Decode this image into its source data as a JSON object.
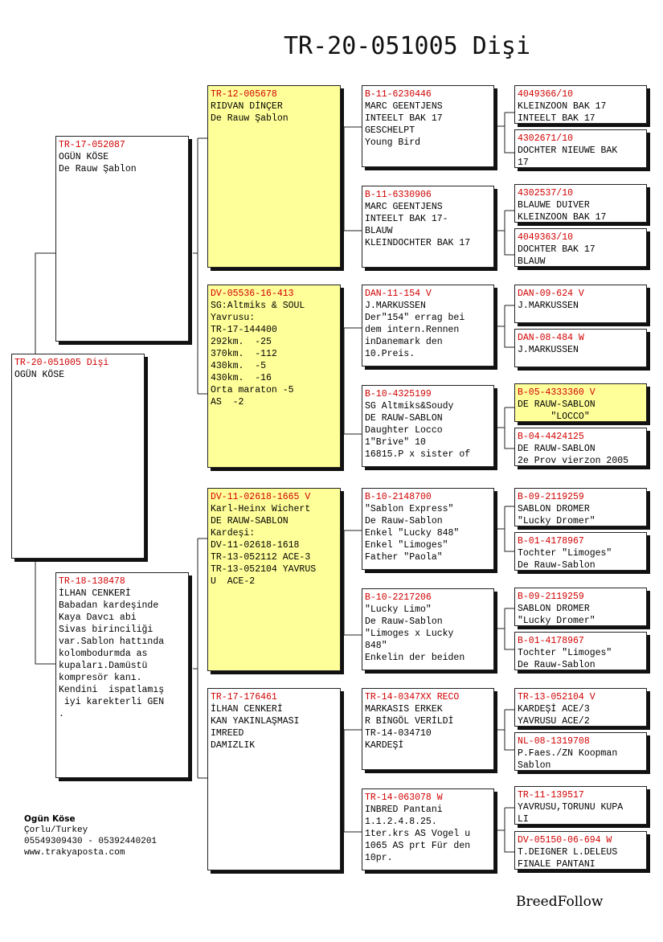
{
  "title": "TR-20-051005 Dişi",
  "boxes": [
    {
      "key": "g0",
      "id": "TR-20-051005 Dişi",
      "lines": [
        "OGÜN KÖSE"
      ],
      "highlight": false
    },
    {
      "key": "g1a",
      "id": "TR-17-052087",
      "lines": [
        "OGÜN KÖSE",
        "De Rauw Şablon"
      ],
      "highlight": false
    },
    {
      "key": "g1b",
      "id": "TR-18-138478",
      "lines": [
        "İLHAN CENKERİ",
        "Babadan kardeşinde",
        "",
        "Kaya Davcı abi",
        "Sivas birinciliği",
        "var.Sablon hattında",
        "kolombodurmda as",
        "kupaları.Damüstü",
        "kompresör kanı.",
        "Kendini  ispatlamış",
        " iyi karekterli GEN",
        "."
      ],
      "highlight": false
    },
    {
      "key": "g2a",
      "id": "TR-12-005678",
      "lines": [
        "RIDVAN DİNÇER",
        "De Rauw Şablon"
      ],
      "highlight": true
    },
    {
      "key": "g2b",
      "id": "DV-05536-16-413",
      "lines": [
        "SG:Altmiks & SOUL",
        "Yavrusu:",
        "TR-17-144400",
        "292km.  -25",
        "370km.  -112",
        "430km.  -5",
        "430km.  -16",
        "Orta maraton -5",
        "AS  -2"
      ],
      "highlight": true
    },
    {
      "key": "g2c",
      "id": "DV-11-02618-1665 V",
      "lines": [
        "Karl-Heinx Wichert",
        "DE RAUW-SABLON",
        "Kardeşi:",
        "DV-11-02618-1618",
        "TR-13-052112 ACE-3",
        "TR-13-052104 YAVRUS",
        "U  ACE-2"
      ],
      "highlight": true
    },
    {
      "key": "g2d",
      "id": "TR-17-176461",
      "lines": [
        "İLHAN CENKERİ",
        "KAN YAKINLAŞMASI",
        "IMREED",
        "DAMIZLIK"
      ],
      "highlight": false
    },
    {
      "key": "g3a",
      "id": "B-11-6230446",
      "lines": [
        "MARC GEENTJENS",
        "INTEELT BAK 17",
        "GESCHELPT",
        "Young Bird"
      ],
      "highlight": false
    },
    {
      "key": "g3b",
      "id": "B-11-6330906",
      "lines": [
        "MARC GEENTJENS",
        "INTEELT BAK 17-",
        "BLAUW",
        "KLEINDOCHTER BAK 17"
      ],
      "highlight": false
    },
    {
      "key": "g3c",
      "id": "DAN-11-154 V",
      "lines": [
        "J.MARKUSSEN",
        "Der\"154\" errag bei",
        "dem intern.Rennen",
        "inDanemark den",
        "10.Preis."
      ],
      "highlight": false
    },
    {
      "key": "g3d",
      "id": "B-10-4325199",
      "lines": [
        "SG Altmiks&Soudy",
        "DE RAUW-SABLON",
        "Daughter Locco",
        "1\"Brive\" 10",
        "16815.P x sister of"
      ],
      "highlight": false
    },
    {
      "key": "g3e",
      "id": "B-10-2148700",
      "lines": [
        "\"Sablon Express\"",
        "De Rauw-Sablon",
        "Enkel \"Lucky 848\"",
        "Enkel \"Limoges\"",
        "Father \"Paola\""
      ],
      "highlight": false
    },
    {
      "key": "g3f",
      "id": "B-10-2217206",
      "lines": [
        "\"Lucky Limo\"",
        "De Rauw-Sablon",
        "\"Limoges x Lucky",
        "848\"",
        "Enkelin der beiden"
      ],
      "highlight": false
    },
    {
      "key": "g3g",
      "id": "TR-14-0347XX RECO",
      "lines": [
        "MARKASIS ERKEK",
        "R BİNGÖL VERİLDİ",
        "",
        "TR-14-034710",
        "KARDEŞİ"
      ],
      "highlight": false
    },
    {
      "key": "g3h",
      "id": "TR-14-063078 W",
      "lines": [
        "INBRED Pantani",
        "1.1.2.4.8.25.",
        "1ter.krs AS Vogel u",
        "1065 AS prt Für den",
        "10pr."
      ],
      "highlight": false
    },
    {
      "key": "g4a",
      "id": "4049366/10",
      "lines": [
        "KLEINZOON BAK 17",
        "INTEELT BAK 17"
      ],
      "highlight": false
    },
    {
      "key": "g4b",
      "id": "4302671/10",
      "lines": [
        "DOCHTER NIEUWE BAK",
        "17"
      ],
      "highlight": false
    },
    {
      "key": "g4c",
      "id": "4302537/10",
      "lines": [
        "BLAUWE DUIVER",
        "KLEINZOON BAK 17"
      ],
      "highlight": false
    },
    {
      "key": "g4d",
      "id": "4049363/10",
      "lines": [
        "DOCHTER BAK 17",
        "BLAUW"
      ],
      "highlight": false
    },
    {
      "key": "g4e",
      "id": "DAN-09-624 V",
      "lines": [
        "J.MARKUSSEN"
      ],
      "highlight": false
    },
    {
      "key": "g4f",
      "id": "DAN-08-484 W",
      "lines": [
        "J.MARKUSSEN"
      ],
      "highlight": false
    },
    {
      "key": "g4g",
      "id": "B-05-4333360 V",
      "lines": [
        "DE RAUW-SABLON",
        "      \"LOCCO\""
      ],
      "highlight": true
    },
    {
      "key": "g4h",
      "id": "B-04-4424125",
      "lines": [
        "DE RAUW-SABLON",
        "2e Prov vierzon 2005"
      ],
      "highlight": false
    },
    {
      "key": "g4i",
      "id": "B-09-2119259",
      "lines": [
        "SABLON DROMER",
        "\"Lucky Dromer\""
      ],
      "highlight": false
    },
    {
      "key": "g4j",
      "id": "B-01-4178967",
      "lines": [
        "Tochter \"Limoges\"",
        "De Rauw-Sablon"
      ],
      "highlight": false
    },
    {
      "key": "g4k",
      "id": "B-09-2119259",
      "lines": [
        "SABLON DROMER",
        "\"Lucky Dromer\""
      ],
      "highlight": false
    },
    {
      "key": "g4l",
      "id": "B-01-4178967",
      "lines": [
        "Tochter \"Limoges\"",
        "De Rauw-Sablon"
      ],
      "highlight": false
    },
    {
      "key": "g4m",
      "id": "TR-13-052104 V",
      "lines": [
        "KARDEŞİ ACE/3",
        "YAVRUSU ACE/2"
      ],
      "highlight": false
    },
    {
      "key": "g4n",
      "id": "NL-08-1319708",
      "lines": [
        "P.Faes./ZN Koopman",
        "Sablon"
      ],
      "highlight": false
    },
    {
      "key": "g4o",
      "id": "TR-11-139517",
      "lines": [
        "YAVRUSU,TORUNU KUPA",
        "LI"
      ],
      "highlight": false
    },
    {
      "key": "g4p",
      "id": "DV-05150-06-694 W",
      "lines": [
        "T.DEIGNER L.DELEUS",
        "FINALE PANTANI"
      ],
      "highlight": false
    }
  ],
  "footer": {
    "name": "Ogün Köse",
    "city": "Çorlu/Turkey",
    "phones": "05549309430 - 05392440201",
    "website": "www.trakyaposta.com"
  },
  "brand": "BreedFollow",
  "colors": {
    "id_red": "#d10000",
    "highlight_yellow": "#ffff99",
    "border": "#222222"
  }
}
